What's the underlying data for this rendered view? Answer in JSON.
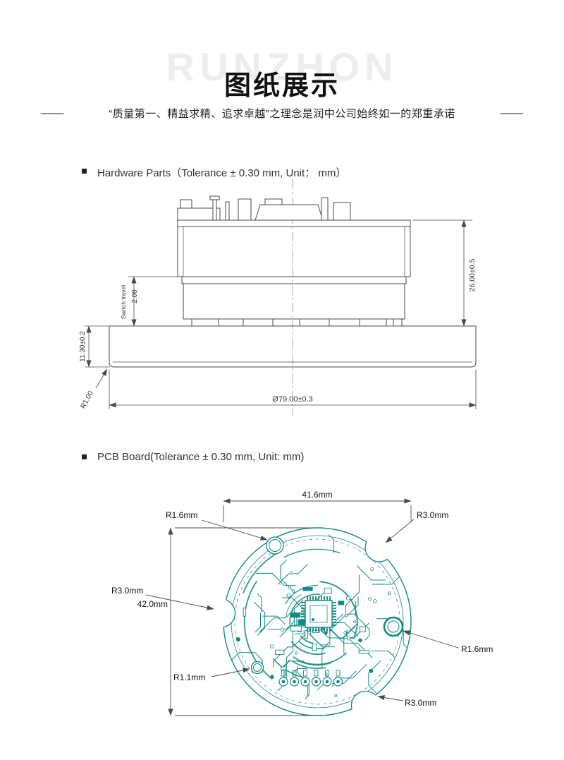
{
  "watermark": "RUNZHON",
  "page_title": "图纸展示",
  "tagline": "“质量第一、精益求精、追求卓越”之理念是润中公司始终如一的郑重承诺",
  "hardware": {
    "heading": "Hardware Parts（Tolerance ± 0.30 mm, Unit： mm）",
    "dim_height": "26.00±0.5",
    "dim_travel": "2.00",
    "dim_travel_label": "Switch travel",
    "dim_base_height": "11.30±0.2",
    "dim_corner_radius": "R1.00",
    "dim_diameter": "Ø79.00±0.3"
  },
  "pcb": {
    "heading": "PCB Board(Tolerance ± 0.30 mm, Unit: mm)",
    "dim_width": "41.6mm",
    "dim_height": "42.0mm",
    "label_hole_top_left": "R1.6mm",
    "label_notch_top_right": "R3.0mm",
    "label_notch_left": "R3.0mm",
    "label_hole_bottom_left": "R1.1mm",
    "label_hole_right": "R1.6mm",
    "label_notch_bottom": "R3.0mm"
  },
  "colors": {
    "pcb_teal": "#0f8b84",
    "drawing_line": "#4a4a4a"
  }
}
